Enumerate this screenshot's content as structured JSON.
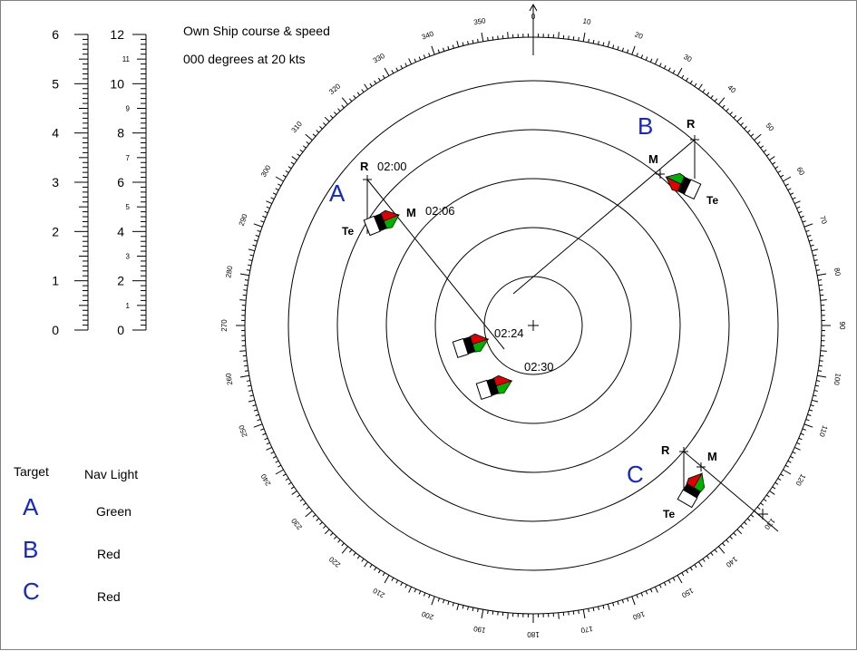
{
  "own_ship": {
    "title": "Own Ship course & speed",
    "value": "000 degrees at 20 kts"
  },
  "range_scales": {
    "left": [
      "0",
      "1",
      "2",
      "3",
      "4",
      "5",
      "6"
    ],
    "right_major": [
      "0",
      "2",
      "4",
      "6",
      "8",
      "10",
      "12"
    ],
    "right_minor": [
      "1",
      "3",
      "5",
      "7",
      "9",
      "11"
    ]
  },
  "compass": {
    "labels": [
      "0",
      "10",
      "20",
      "30",
      "40",
      "50",
      "60",
      "70",
      "80",
      "90",
      "100",
      "110",
      "120",
      "130",
      "140",
      "150",
      "160",
      "170",
      "180",
      "190",
      "200",
      "210",
      "220",
      "230",
      "240",
      "250",
      "260",
      "270",
      "280",
      "290",
      "300",
      "310",
      "320",
      "330",
      "340",
      "350"
    ],
    "ring_count": 5
  },
  "targets": {
    "A": {
      "letter": "A",
      "times": [
        "02:00",
        "02:06"
      ],
      "labels": [
        "R",
        "M",
        "Te"
      ]
    },
    "B": {
      "letter": "B",
      "labels": [
        "R",
        "M",
        "Te"
      ]
    },
    "C": {
      "letter": "C",
      "labels": [
        "R",
        "M",
        "Te"
      ]
    },
    "cpa_times": [
      "02:24",
      "02:30"
    ]
  },
  "legend": {
    "header_target": "Target",
    "header_nav": "Nav Light",
    "rows": [
      {
        "target": "A",
        "light": "Green"
      },
      {
        "target": "B",
        "light": "Red"
      },
      {
        "target": "C",
        "light": "Red"
      }
    ]
  },
  "colors": {
    "target_letter": "#1428c8",
    "port_light": "#e00000",
    "starboard_light": "#00b000",
    "hull_dark": "#000000"
  }
}
